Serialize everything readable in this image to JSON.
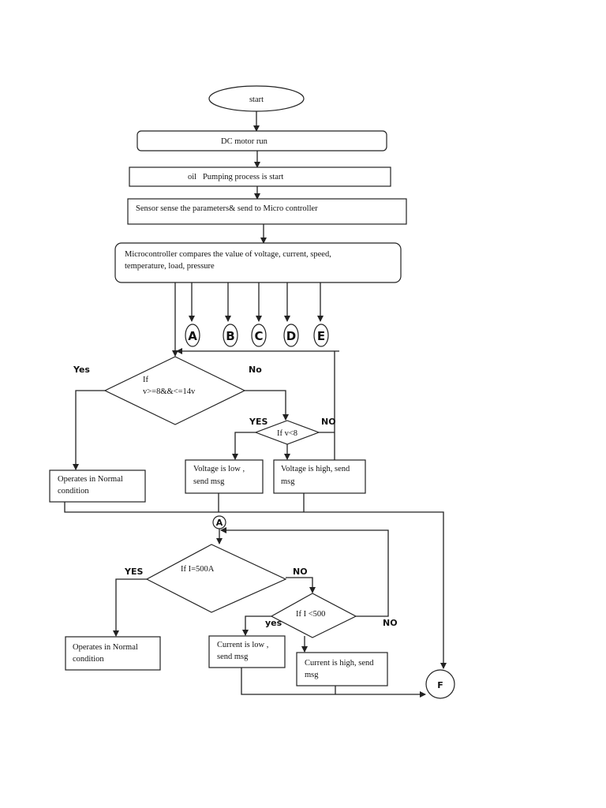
{
  "nodes": {
    "start": "start",
    "dc_motor": "DC motor run",
    "oil_pump": "oil   Pumping process is start",
    "sensor": "Sensor sense the parameters& send to Micro controller",
    "micro_line1": "Microcontroller compares the value of voltage, current, speed,",
    "micro_line2": "temperature, load, pressure",
    "volt_if_line1": "If",
    "volt_if_line2": "v>=8&&<=14v",
    "volt_lt": "If v<8",
    "normal1_line1": "Operates in Normal",
    "normal1_line2": "condition",
    "volt_low_line1": "Voltage is low ,",
    "volt_low_line2": "send msg",
    "volt_high_line1": "Voltage is high, send",
    "volt_high_line2": "msg",
    "cur_if": "If I=500A",
    "cur_lt": "If I <500",
    "normal2_line1": "Operates in Normal",
    "normal2_line2": "condition",
    "cur_low_line1": "Current is  low ,",
    "cur_low_line2": "send msg",
    "cur_high_line1": "Current is high, send",
    "cur_high_line2": "msg"
  },
  "connectors": [
    "A",
    "B",
    "C",
    "D",
    "E"
  ],
  "connector_a2": "A",
  "connector_f": "F",
  "labels": {
    "yes1": "Yes",
    "no1": "No",
    "yes2": "YES",
    "no2": "NO",
    "yes3": "YES",
    "no3": "NO",
    "yes4": "yes",
    "no4": "NO"
  }
}
